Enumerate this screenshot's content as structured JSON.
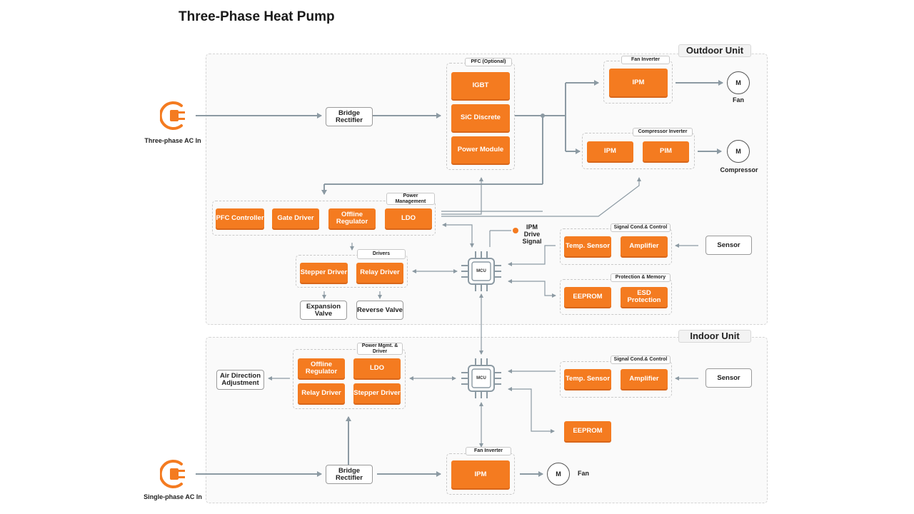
{
  "title": "Three-Phase Heat Pump",
  "colors": {
    "accent": "#f47b20",
    "line": "#8c9aa3",
    "box_border": "#9a9a9a"
  },
  "outdoor": {
    "label": "Outdoor Unit",
    "ac_in": {
      "icon": "power-plug-icon",
      "label": "Three-phase AC In"
    },
    "bridge_rectifier": "Bridge\nRectifier",
    "pfc": {
      "label": "PFC (Optional)",
      "items": [
        "IGBT",
        "SiC Discrete",
        "Power Module"
      ]
    },
    "fan_inverter": {
      "label": "Fan Inverter",
      "item": "IPM"
    },
    "fan": {
      "motor": "M",
      "label": "Fan"
    },
    "compressor_inverter": {
      "label": "Compressor Inverter",
      "items": [
        "IPM",
        "PIM"
      ]
    },
    "compressor": {
      "motor": "M",
      "label": "Compressor"
    },
    "power_management": {
      "label": "Power\nManagement",
      "items": [
        "PFC Controller",
        "Gate Driver",
        "Offline\nRegulator",
        "LDO"
      ]
    },
    "ipm_drive_signal": "IPM\nDrive\nSignal",
    "mcu": "MCU",
    "signal_cond": {
      "label": "Signal Cond.& Control",
      "items": [
        "Temp. Sensor",
        "Amplifier"
      ]
    },
    "sensor": "Sensor",
    "drivers": {
      "label": "Drivers",
      "items": [
        "Stepper Driver",
        "Relay Driver"
      ]
    },
    "expansion_valve": "Expansion\nValve",
    "reverse_valve": "Reverse Valve",
    "protection": {
      "label": "Protection & Memory",
      "items": [
        "EEPROM",
        "ESD\nProtection"
      ]
    }
  },
  "indoor": {
    "label": "Indoor Unit",
    "power_mgmt_driver": {
      "label": "Power Mgmt. &\nDriver",
      "items": [
        "Offline\nRegulator",
        "LDO",
        "Relay Driver",
        "Stepper Driver"
      ]
    },
    "air_direction": "Air Direction\nAdjustment",
    "mcu": "MCU",
    "signal_cond": {
      "label": "Signal Cond.& Control",
      "items": [
        "Temp. Sensor",
        "Amplifier"
      ]
    },
    "sensor": "Sensor",
    "eeprom": "EEPROM",
    "fan_inverter": {
      "label": "Fan Inverter",
      "item": "IPM"
    },
    "fan": {
      "motor": "M",
      "label": "Fan"
    },
    "bridge_rectifier": "Bridge\nRectifier",
    "ac_in": {
      "icon": "power-plug-icon",
      "label": "Single-phase AC In"
    }
  }
}
